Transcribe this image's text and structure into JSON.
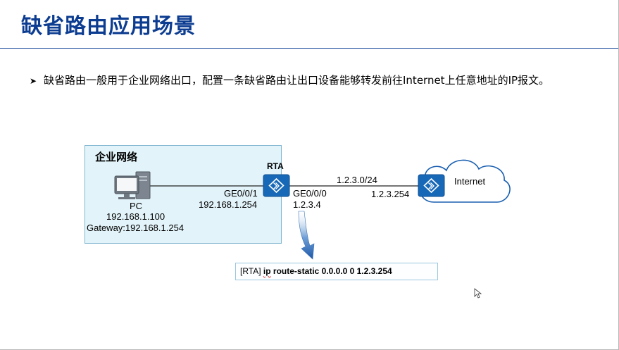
{
  "slide": {
    "title": "缺省路由应用场景",
    "bullet": "缺省路由一般用于企业网络出口，配置一条缺省路由让出口设备能够转发前往Internet上任意地址的IP报文。"
  },
  "diagram": {
    "region_label": "企业网络",
    "router_name": "RTA",
    "pc": {
      "label": "PC",
      "ip": "192.168.1.100",
      "gateway": "Gateway:192.168.1.254"
    },
    "rta_left_interface": "GE0/0/1",
    "rta_left_ip": "192.168.1.254",
    "rta_right_interface": "GE0/0/0",
    "rta_right_ip": "1.2.3.4",
    "wan_network": "1.2.3.0/24",
    "isp_router_ip": "1.2.3.254",
    "cloud_label": "Internet"
  },
  "command": {
    "prompt": "[RTA]",
    "first_word": "ip",
    "rest": " route-static 0.0.0.0 0 1.2.3.254"
  },
  "icons": {
    "bullet": "arrowhead-bullet-icon",
    "pc": "desktop-computer-icon",
    "router": "router-icon",
    "cloud": "cloud-icon",
    "callout_arrow": "curved-arrow-icon",
    "cursor": "mouse-pointer-icon"
  },
  "colors": {
    "title": "#0d3d91",
    "router": "#1769b8",
    "region_fill": "#e2f3f9",
    "arrow": "#1d57a8"
  }
}
